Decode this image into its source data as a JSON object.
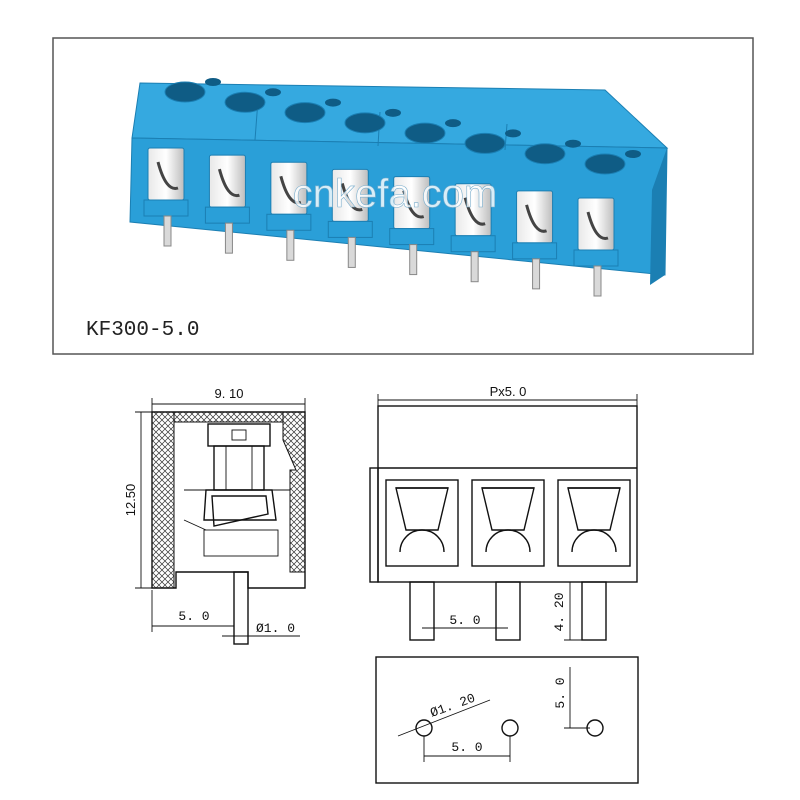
{
  "product": {
    "model": "KF300-5.0",
    "watermark": "cnkefa.com",
    "body_color": "#2a9fd8",
    "body_dark": "#1b7fb3",
    "pin_count": 8
  },
  "side_view": {
    "width_label": "9. 10",
    "height_label": "12.50",
    "pin_offset_label": "5. 0",
    "pin_diameter_label": "Ø1. 0"
  },
  "front_view": {
    "pitch_label": "Px5. 0",
    "pin_spacing_label": "5. 0",
    "pin_length_label": "4. 20",
    "pole_count": 3
  },
  "pcb_view": {
    "hole_diameter_label": "Ø1. 20",
    "pitch_x_label": "5. 0",
    "pitch_y_label": "5. 0"
  }
}
